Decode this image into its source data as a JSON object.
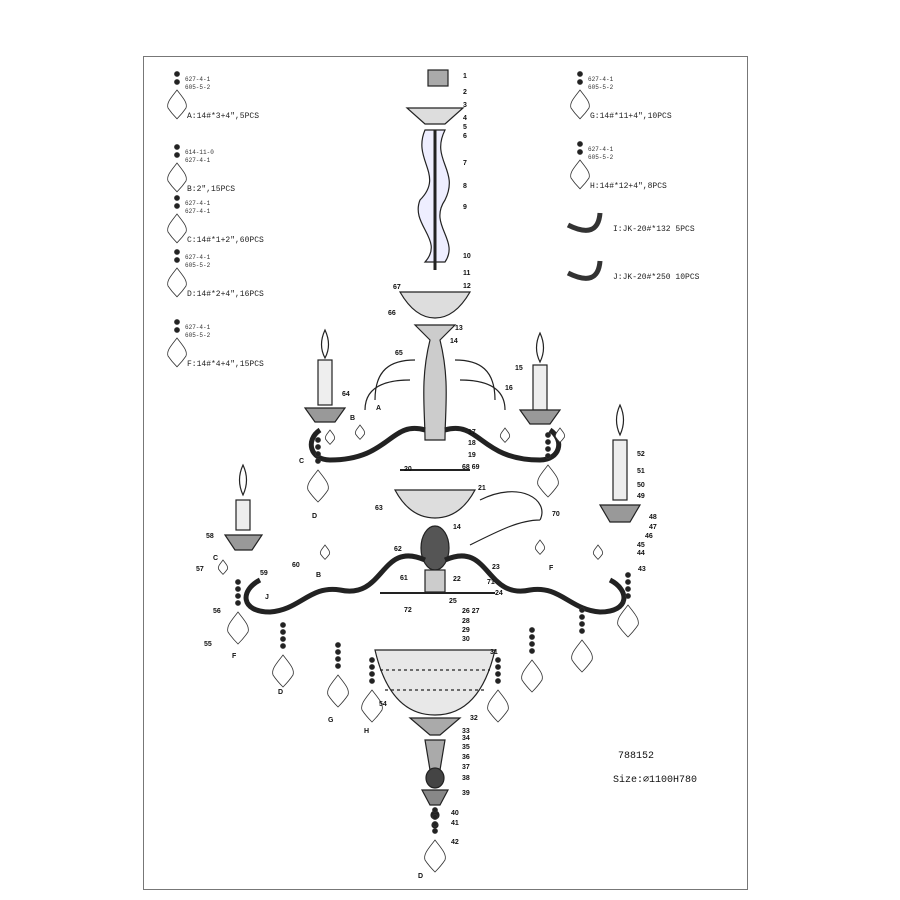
{
  "legend_left": [
    {
      "codes": [
        "627-4-1",
        "605-5-2"
      ],
      "label": "A:14#*3+4\",5PCS"
    },
    {
      "codes": [
        "614-11-0",
        "627-4-1"
      ],
      "label": "B:2\",15PCS"
    },
    {
      "codes": [
        "627-4-1",
        "627-4-1"
      ],
      "label": "C:14#*1+2\",60PCS"
    },
    {
      "codes": [
        "627-4-1",
        "605-5-2"
      ],
      "label": "D:14#*2+4\",16PCS"
    },
    {
      "codes": [
        "627-4-1",
        "605-5-2"
      ],
      "label": "F:14#*4+4\",15PCS"
    }
  ],
  "legend_right": [
    {
      "codes": [
        "627-4-1",
        "605-5-2"
      ],
      "label": "G:14#*11+4\",10PCS"
    },
    {
      "codes": [
        "627-4-1",
        "605-5-2"
      ],
      "label": "H:14#*12+4\",8PCS"
    },
    {
      "codes": [],
      "label": "I:JK-20#*132  5PCS"
    },
    {
      "codes": [],
      "label": "J:JK-20#*250  10PCS"
    }
  ],
  "model_number": "788152",
  "size": "Size:⌀1100H780",
  "callouts": [
    "1",
    "2",
    "3",
    "4",
    "5",
    "6",
    "7",
    "8",
    "9",
    "10",
    "11",
    "12",
    "67",
    "66",
    "13",
    "14",
    "65",
    "15",
    "16",
    "64",
    "A",
    "B",
    "C",
    "D",
    "17",
    "18",
    "19",
    "20",
    "68 69",
    "21",
    "63",
    "14",
    "62",
    "61",
    "22",
    "23",
    "71",
    "24",
    "25",
    "72",
    "26 27",
    "28",
    "29",
    "30",
    "31",
    "54",
    "32",
    "33",
    "34",
    "35",
    "36",
    "37",
    "38",
    "39",
    "40",
    "41",
    "42",
    "D",
    "52",
    "51",
    "50",
    "49",
    "48",
    "47",
    "46",
    "45",
    "44",
    "43",
    "70",
    "F",
    "58",
    "59",
    "57",
    "C",
    "60",
    "B",
    "56",
    "55",
    "F",
    "J",
    "D",
    "G",
    "H"
  ]
}
